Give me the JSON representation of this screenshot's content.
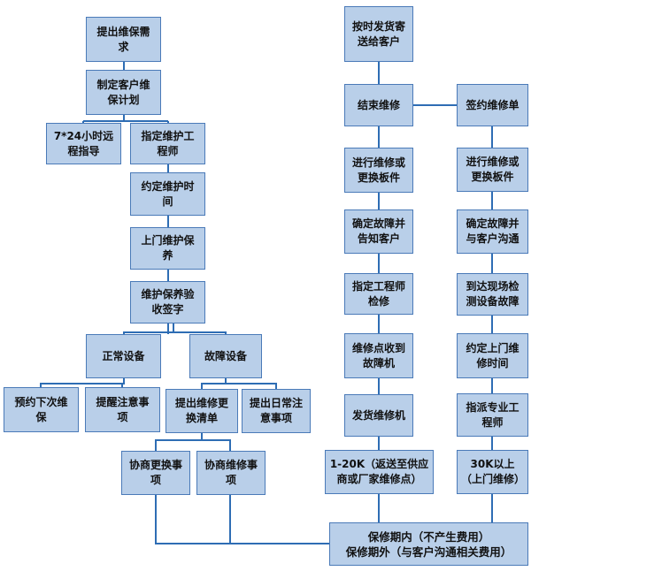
{
  "diagram": {
    "nodes": {
      "n1": "提出维保需\n求",
      "n2": "制定客户维\n保计划",
      "n3": "7*24小时远\n程指导",
      "n4": "指定维护工\n程师",
      "n5": "约定维护时\n间",
      "n6": "上门维护保\n养",
      "n7": "维护保养验\n收签字",
      "n8": "正常设备",
      "n9": "故障设备",
      "n10": "预约下次维\n保",
      "n11": "提醒注意事\n项",
      "n12": "提出维修更\n换清单",
      "n13": "提出日常注\n意事项",
      "n14": "协商更换事\n项",
      "n15": "协商维修事\n项",
      "m1": "按时发货寄\n送给客户",
      "m2": "结束维修",
      "m3": "进行维修或\n更换板件",
      "m4": "确定故障并\n告知客户",
      "m5": "指定工程师\n检修",
      "m6": "维修点收到\n故障机",
      "m7": "发货维修机",
      "m8": "1-20K（返送至供应\n商或厂家维修点）",
      "r1": "签约维修单",
      "r2": "进行维修或\n更换板件",
      "r3": "确定故障并\n与客户沟通",
      "r4": "到达现场检\n测设备故障",
      "r5": "约定上门维\n修时间",
      "r6": "指派专业工\n程师",
      "r7": "30K以上\n（上门维修）",
      "bottom": "保修期内（不产生费用）\n保修期外（与客户沟通相关费用）"
    }
  }
}
